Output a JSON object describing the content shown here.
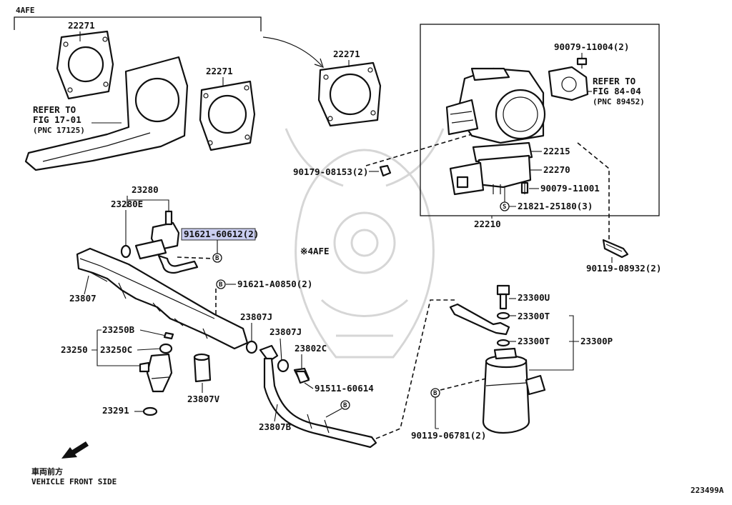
{
  "diagram": {
    "top_label": "4AFE",
    "figure_code": "223499A",
    "front_side_kanji": "車両前方",
    "front_side_text": "VEHICLE FRONT SIDE",
    "variant_note": "※4AFE",
    "refer_left": [
      "REFER TO",
      "FIG 17-01",
      "(PNC 17125)"
    ],
    "refer_right": [
      "REFER TO",
      "FIG 84-04",
      "(PNC 89452)"
    ],
    "highlight_color": "#c9cdf0",
    "parts": {
      "p22271_a": "22271",
      "p22271_b": "22271",
      "p22271_c": "22271",
      "p90079_11004": "90079-11004(2)",
      "p22215": "22215",
      "p22270": "22270",
      "p90079_11001": "90079-11001",
      "p21821": "21821-25180(3)",
      "p22210": "22210",
      "p90179": "90179-08153(2)",
      "p90119_08932": "90119-08932(2)",
      "p23280": "23280",
      "p23280e": "23280E",
      "p91621_60612": "91621-60612(2)",
      "p91621_a0850": "91621-A0850(2)",
      "p23807": "23807",
      "p23807j_a": "23807J",
      "p23807j_b": "23807J",
      "p23802c": "23802C",
      "p23250b": "23250B",
      "p23250": "23250",
      "p23250c": "23250C",
      "p23807v": "23807V",
      "p91511": "91511-60614",
      "p23291": "23291",
      "p23807b": "23807B",
      "p23300u": "23300U",
      "p23300t_a": "23300T",
      "p23300t_b": "23300T",
      "p23300p": "23300P",
      "p90119_06781": "90119-06781(2)"
    },
    "symbols": {
      "b": "B",
      "s": "S"
    }
  }
}
